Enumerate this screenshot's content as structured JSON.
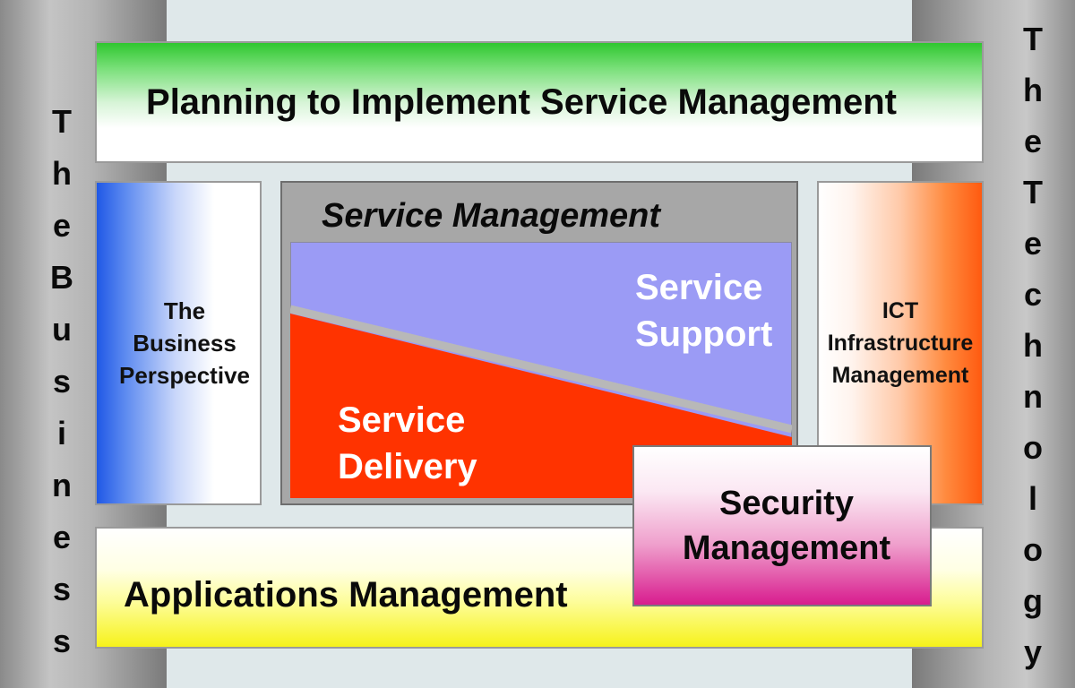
{
  "left_pillar": {
    "letters": [
      "T",
      "h",
      "e",
      "B",
      "u",
      "s",
      "i",
      "n",
      "e",
      "s",
      "s"
    ]
  },
  "right_pillar": {
    "letters": [
      "T",
      "h",
      "e",
      "T",
      "e",
      "c",
      "h",
      "n",
      "o",
      "l",
      "o",
      "g",
      "y"
    ]
  },
  "planning": {
    "label": "Planning to Implement Service Management"
  },
  "business_perspective": {
    "label": "The\nBusiness\nPerspective"
  },
  "service_management": {
    "title": "Service Management",
    "support": {
      "line1": "Service",
      "line2": "Support"
    },
    "delivery": {
      "line1": "Service",
      "line2": "Delivery"
    }
  },
  "ict": {
    "label": "ICT\nInfrastructure\nManagement"
  },
  "applications": {
    "label": "Applications Management"
  },
  "security": {
    "label": "Security\nManagement"
  },
  "colors": {
    "planning_top": "#2fc72f",
    "business_left": "#1f58e6",
    "ict_right": "#ff5a10",
    "support_fill": "#9b9bf5",
    "delivery_fill": "#ff3300",
    "applications_bottom": "#f6f21a",
    "security_bottom": "#d81c8e",
    "pillar_gray": "#a8a8a8"
  }
}
